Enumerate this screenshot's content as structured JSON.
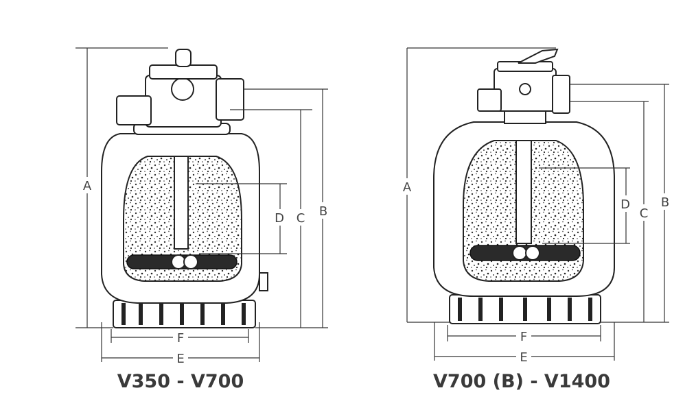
{
  "filters": [
    {
      "title": "V350 - V700",
      "labels": {
        "a": "A",
        "b": "B",
        "c": "C",
        "d": "D",
        "e": "E",
        "f": "F"
      }
    },
    {
      "title": "V700 (B) - V1400",
      "labels": {
        "a": "A",
        "b": "B",
        "c": "C",
        "d": "D",
        "e": "E",
        "f": "F"
      }
    }
  ]
}
